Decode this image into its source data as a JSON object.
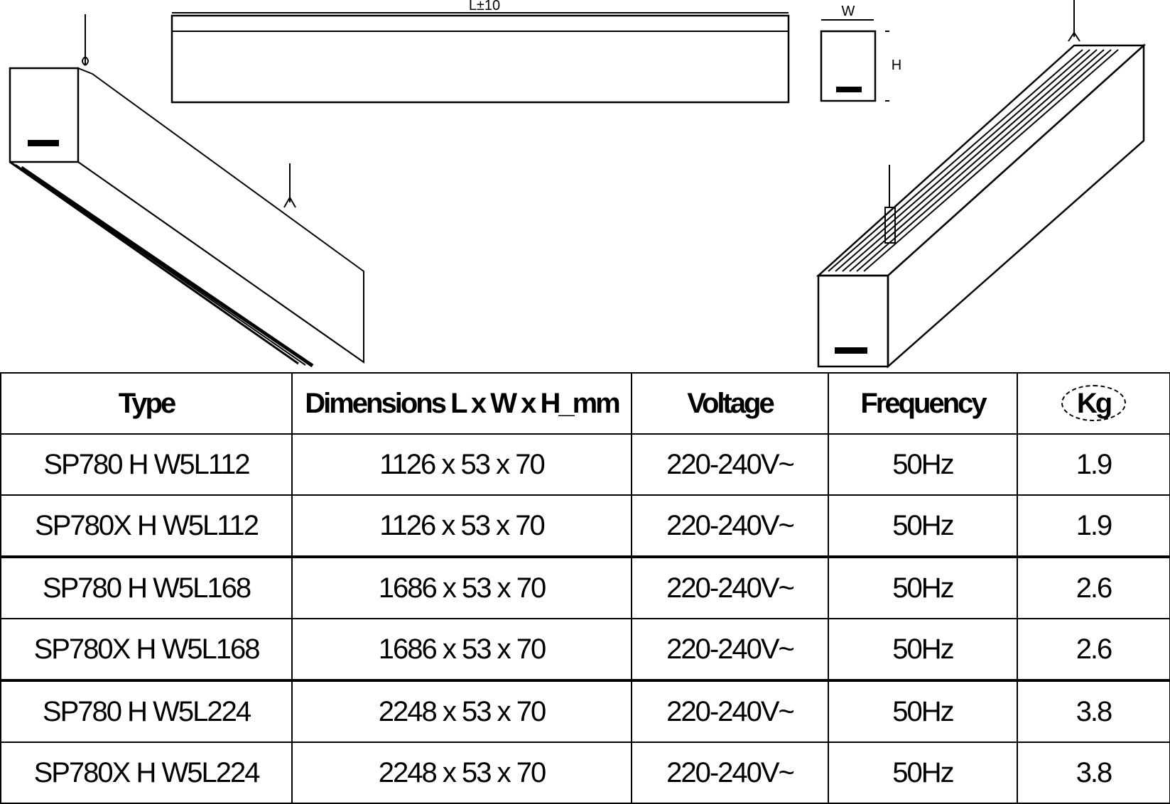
{
  "drawings": {
    "front_view_label": "L±10",
    "side_view_width_label": "W",
    "side_view_height_label": "H"
  },
  "table": {
    "headers": {
      "type": "Type",
      "dimensions": "Dimensions L x W x H_mm",
      "voltage": "Voltage",
      "frequency": "Frequency",
      "weight": "Kg"
    },
    "rows": [
      {
        "type": "SP780 H W5L112",
        "dimensions": "1126 x 53 x 70",
        "voltage": "220-240V~",
        "frequency": "50Hz",
        "weight": "1.9"
      },
      {
        "type": "SP780X H W5L112",
        "dimensions": "1126 x 53 x 70",
        "voltage": "220-240V~",
        "frequency": "50Hz",
        "weight": "1.9"
      },
      {
        "type": "SP780 H W5L168",
        "dimensions": "1686 x 53 x 70",
        "voltage": "220-240V~",
        "frequency": "50Hz",
        "weight": "2.6"
      },
      {
        "type": "SP780X H W5L168",
        "dimensions": "1686 x 53 x 70",
        "voltage": "220-240V~",
        "frequency": "50Hz",
        "weight": "2.6"
      },
      {
        "type": "SP780 H W5L224",
        "dimensions": "2248 x 53 x 70",
        "voltage": "220-240V~",
        "frequency": "50Hz",
        "weight": "3.8"
      },
      {
        "type": "SP780X H W5L224",
        "dimensions": "2248 x 53 x 70",
        "voltage": "220-240V~",
        "frequency": "50Hz",
        "weight": "3.8"
      }
    ]
  }
}
